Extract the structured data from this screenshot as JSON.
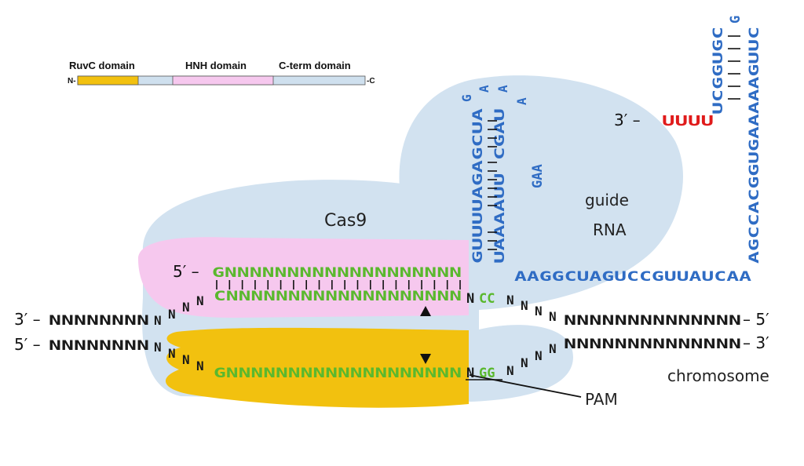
{
  "domain_bar": {
    "n_term": "N-",
    "c_term": "-C",
    "domains": [
      {
        "label": "RuvC domain",
        "color": "#f2c10f"
      },
      {
        "label": "HNH domain",
        "color": "#f6c8ee"
      },
      {
        "label": "C-term domain",
        "color": "#cfe0ee"
      }
    ]
  },
  "labels": {
    "cas9": "Cas9",
    "guide_line1": "guide",
    "guide_line2": "RNA",
    "chromosome": "chromosome",
    "pam": "PAM"
  },
  "strands": {
    "top_left_end": "3′ –",
    "top_left_seq": "NNNNNNNN",
    "top_wave": "NNNN",
    "top_green": "CNNNNNNNNNNNNNNNNNNN",
    "top_n": "N",
    "top_cc": "CC",
    "top_right_wave": "NNNN",
    "top_right_seq": "NNNNNNNNNNNNNN",
    "top_right_end": "– 5′",
    "bot_left_end": "5′ –",
    "bot_left_seq": "NNNNNNNN",
    "bot_wave": "NNNN",
    "bot_green": "GNNNNNNNNNNNNNNNNNNN",
    "bot_n": "N",
    "bot_gg": "GG",
    "bot_right_wave": "NNNN",
    "bot_right_seq": "NNNNNNNNNNNNNN",
    "bot_right_end": "– 3′",
    "guide_5_end": "5′ –",
    "guide_green": "GNNNNNNNNNNNNNNNNNNN"
  },
  "guide_rna": {
    "stem1_left": "GUUUUAGAGCUA",
    "stem1_right": "UAAAAUU CGAU",
    "loop_g": "G",
    "loop_a1": "A",
    "loop_a2": "A",
    "loop_a3": "A",
    "gaa": "GAA",
    "linker": "AAGGCUAGUCCGUUAUCAA",
    "hairpin_left": "UCGGUGC",
    "hairpin_right": "AGCCACGGUGAAAAAGUUC",
    "hairpin_loop": "G",
    "tail_end": "3′ –",
    "tail": "UUUU"
  },
  "colors": {
    "cas9_body": "#d2e2f0",
    "hnh_lobe": "#f6c8ee",
    "ruvc_lobe": "#f2c10f",
    "target_green": "#5ab82e",
    "rna_blue": "#2f6cc4",
    "polyU_red": "#e01b1b"
  }
}
